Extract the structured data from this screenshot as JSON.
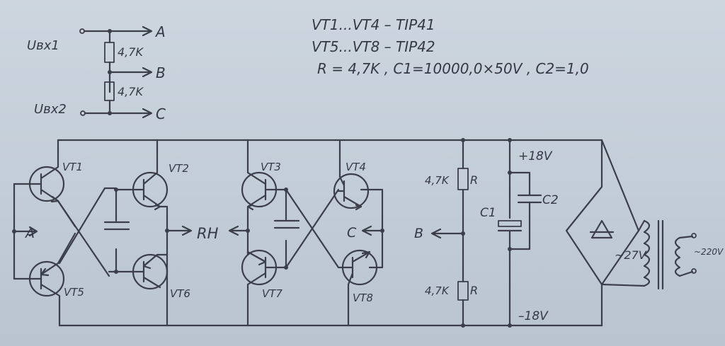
{
  "notes": {
    "line1": "VT1...VT4 – TIP41",
    "line2": "VT5...VT8 – TIP42",
    "line3": "R = 4,7K , C1=10000,0×50V , C2=1,0"
  },
  "inputs": {
    "uin1": "Uвх1",
    "uin2": "Uвх2",
    "r_top": "4,7K",
    "r_bottom": "4,7K",
    "out_a": "A",
    "out_b": "B",
    "out_c": "C"
  },
  "transistors": {
    "vt1": "VT1",
    "vt2": "VT2",
    "vt3": "VT3",
    "vt4": "VT4",
    "vt5": "VT5",
    "vt6": "VT6",
    "vt7": "VT7",
    "vt8": "VT8"
  },
  "bridge_labels": {
    "a": "A",
    "load": "RН",
    "c": "C",
    "b": "B"
  },
  "supply": {
    "r1_value": "4,7K",
    "r1_name": "R",
    "r2_value": "4,7K",
    "r2_name": "R",
    "c1": "C1",
    "c2": "C2",
    "plus": "+18V",
    "minus": "–18V",
    "secondary": "~27V",
    "primary": "~220V"
  }
}
